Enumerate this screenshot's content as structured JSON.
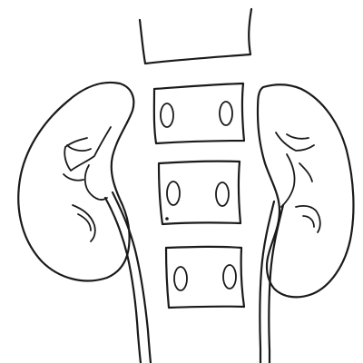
{
  "diagram": {
    "parts": {
      "spine": [
        "upper-segment",
        "vertebra-1",
        "vertebra-2",
        "vertebra-3"
      ],
      "organs": [
        "left-kidney",
        "right-kidney"
      ],
      "vessels": [
        "left-ureter",
        "right-ureter"
      ]
    },
    "colors": {
      "ink": "#1a1a1a",
      "background": "#ffffff"
    }
  }
}
